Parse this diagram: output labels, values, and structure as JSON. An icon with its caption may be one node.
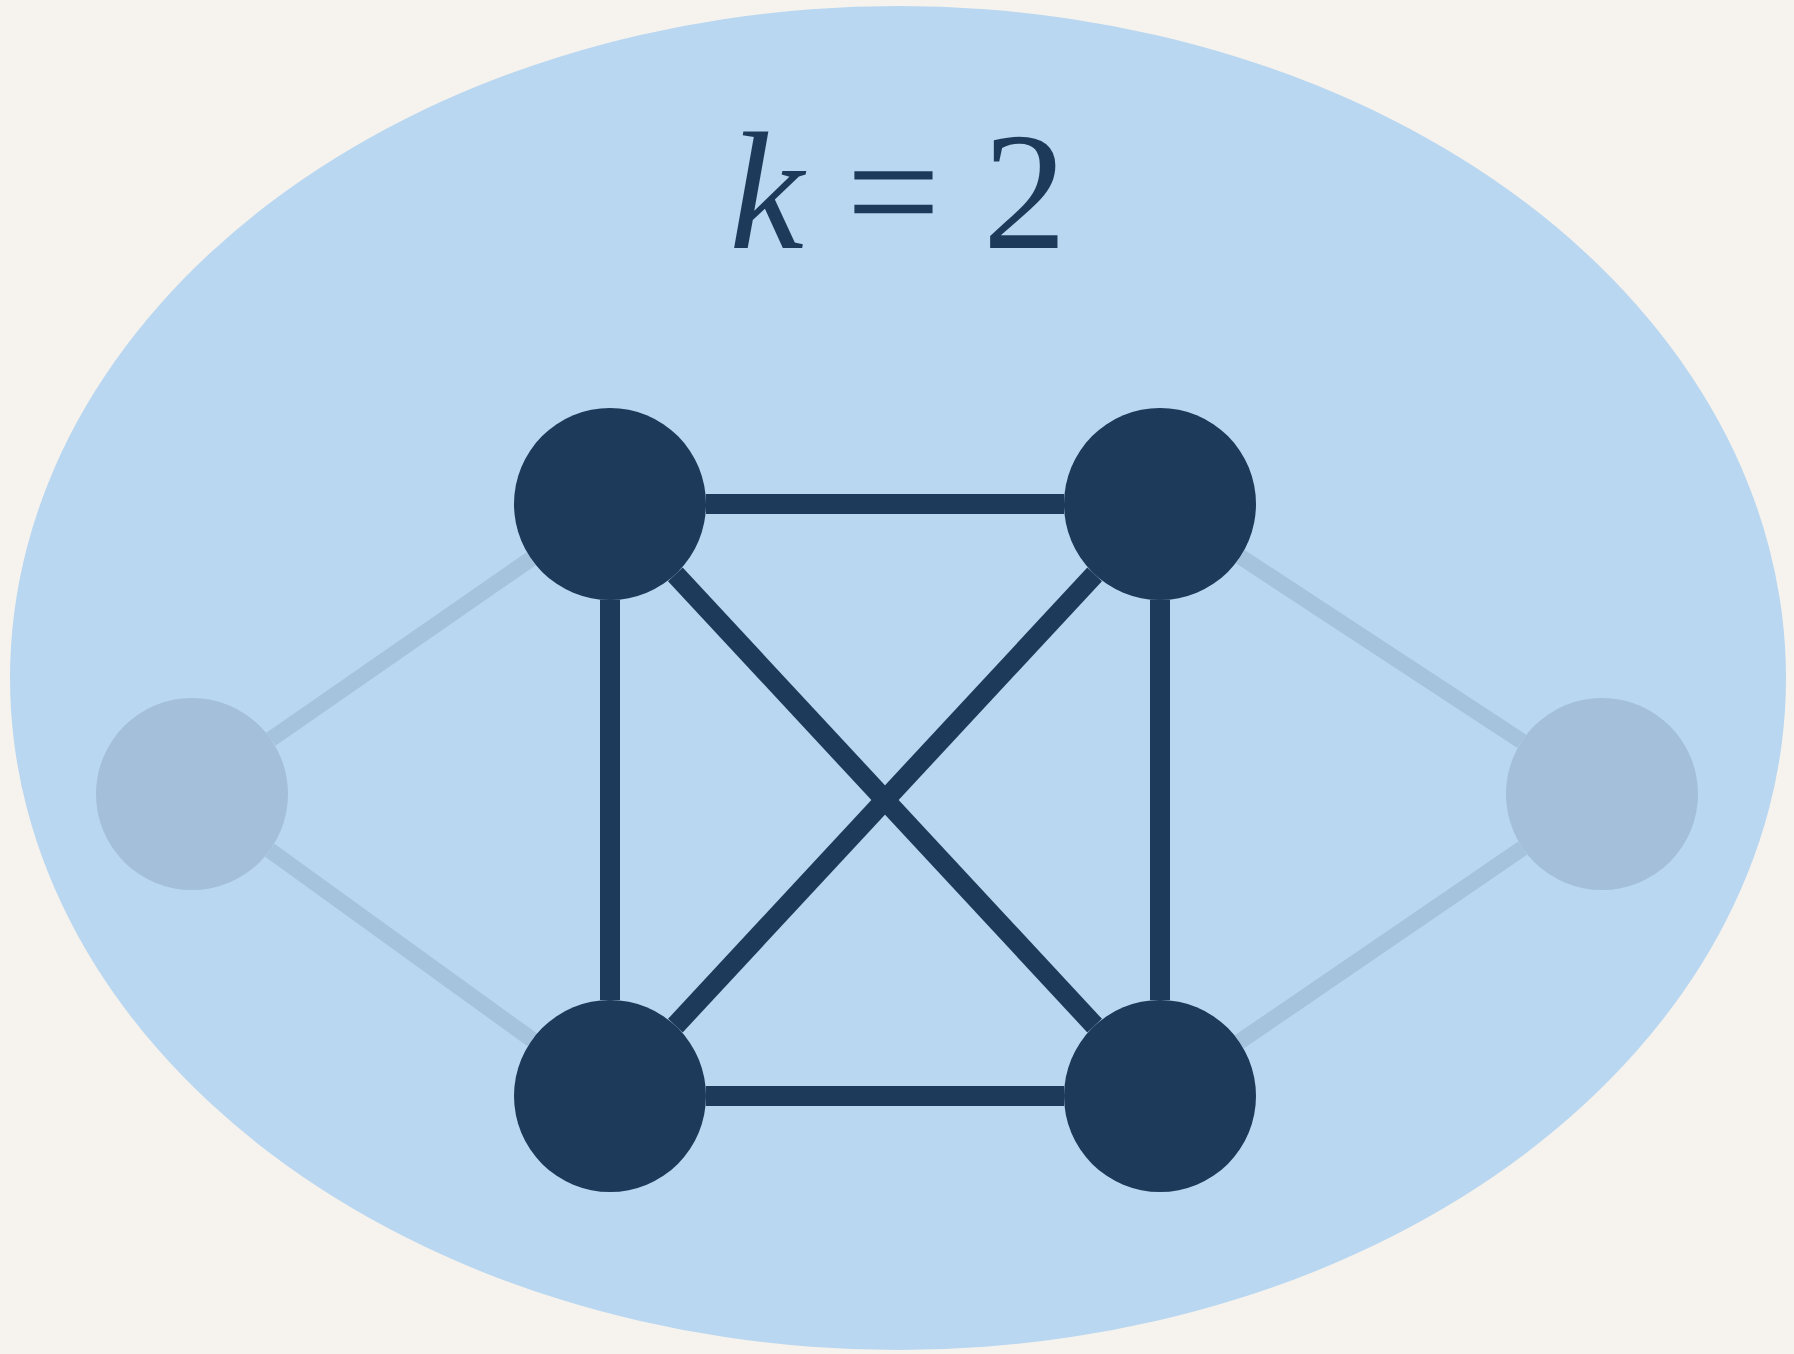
{
  "diagram": {
    "nodes": [
      {
        "text": [
          "*k* = 2"
        ]
      },
      {
        "text": [],
        "shape": "circle",
        "in": 0
      },
      {
        "text": [],
        "shape": "circle",
        "in": 0
      },
      {
        "text": [],
        "shape": "circle",
        "in": 0
      },
      {
        "text": [],
        "shape": "circle",
        "in": 0
      },
      {
        "text": [],
        "shape": "circle",
        "in": 0
      },
      {
        "text": [],
        "shape": "circle",
        "in": 0
      }
    ],
    "edges": [
      {
        "from": 1,
        "to": 2,
        "arrow": "none"
      },
      {
        "from": 1,
        "to": 5,
        "arrow": "none"
      },
      {
        "from": 1,
        "to": 6,
        "arrow": "none"
      },
      {
        "from": 2,
        "to": 5,
        "arrow": "none"
      },
      {
        "from": 2,
        "to": 6,
        "arrow": "none"
      },
      {
        "from": 5,
        "to": 6,
        "arrow": "none"
      },
      {
        "from": 3,
        "to": 1,
        "arrow": "none",
        "color": "#a6c3dd"
      },
      {
        "from": 3,
        "to": 5,
        "arrow": "none",
        "color": "#a6c3dd"
      },
      {
        "from": 2,
        "to": 4,
        "arrow": "none",
        "color": "#a6c3dd"
      },
      {
        "from": 6,
        "to": 4,
        "arrow": "none",
        "color": "#a6c3dd"
      }
    ]
  }
}
